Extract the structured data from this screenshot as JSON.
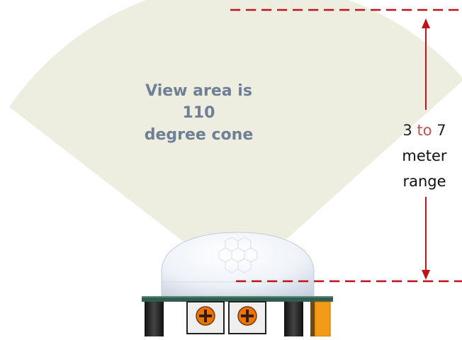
{
  "diagram": {
    "cone_label_line1": "View area is 110",
    "cone_label_line2": "degree cone",
    "range_label_num1": "3",
    "range_label_to": " to ",
    "range_label_num2": "7",
    "range_label_line2": "meter",
    "range_label_line3": "range"
  },
  "colors": {
    "cone_fill": "#eeeee0",
    "dimension_red": "#c1121c",
    "cone_label_text": "#6e7f96",
    "pcb_green": "#2f5d4f",
    "trimpot_orange": "#e8740c",
    "header_pin_orange": "#f39a16"
  }
}
